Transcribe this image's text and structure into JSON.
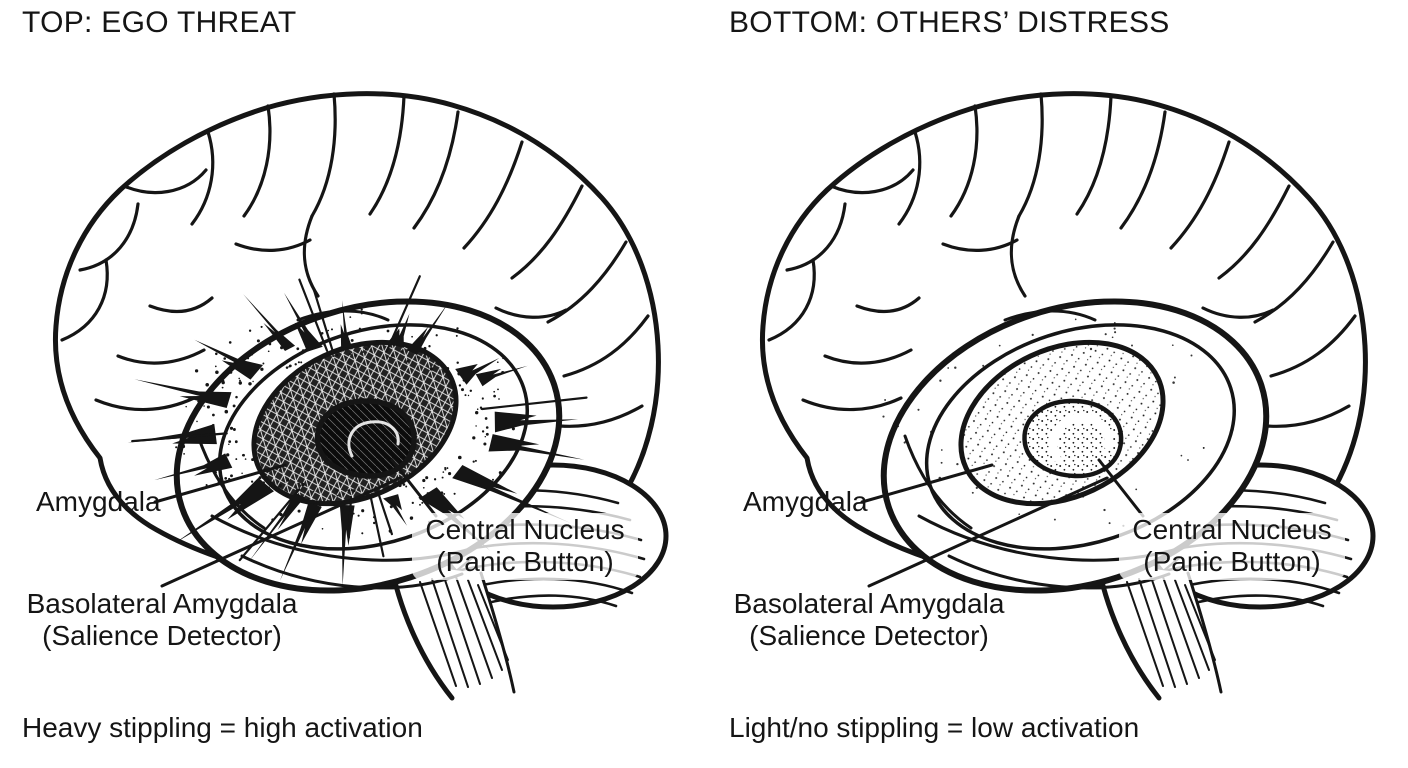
{
  "figure": {
    "background": "#ffffff",
    "ink_color": "#151515",
    "panels": [
      {
        "title": "TOP: EGO THREAT",
        "caption": "Heavy stippling = high activation",
        "stippling": "heavy",
        "activation_level": "high",
        "labels": {
          "amygdala": "Amygdala",
          "basolateral_line1": "Basolateral Amygdala",
          "basolateral_line2": "(Salience Detector)",
          "central_line1": "Central Nucleus",
          "central_line2": "(Panic Button)"
        }
      },
      {
        "title": "BOTTOM: OTHERS’ DISTRESS",
        "caption": "Light/no stippling = low activation",
        "stippling": "light",
        "activation_level": "low",
        "labels": {
          "amygdala": "Amygdala",
          "basolateral_line1": "Basolateral Amygdala",
          "basolateral_line2": "(Salience Detector)",
          "central_line1": "Central Nucleus",
          "central_line2": "(Panic Button)"
        }
      }
    ]
  }
}
